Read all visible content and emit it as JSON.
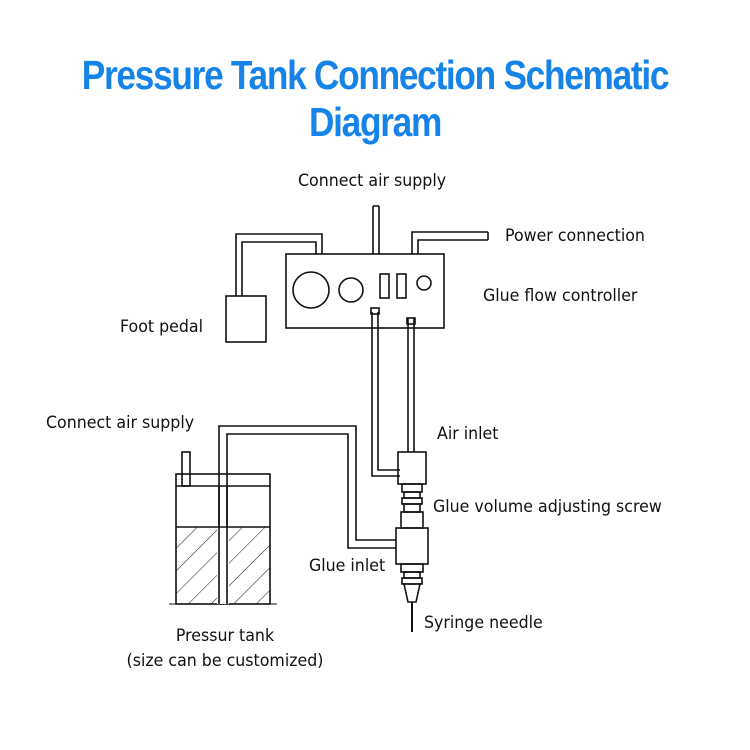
{
  "title": "Pressure Tank Connection Schematic Diagram",
  "labels": {
    "air_supply_top": "Connect air supply",
    "power_connection": "Power connection",
    "glue_flow_controller": "Glue flow controller",
    "foot_pedal": "Foot pedal",
    "air_supply_tank": "Connect air supply",
    "air_inlet": "Air inlet",
    "adjusting_screw": "Glue volume adjusting screw",
    "glue_inlet": "Glue inlet",
    "syringe_needle": "Syringe needle",
    "tank_line1": "Pressur tank",
    "tank_line2": "(size can be customized)"
  },
  "colors": {
    "title": "#1683e8",
    "line": "#111111"
  }
}
